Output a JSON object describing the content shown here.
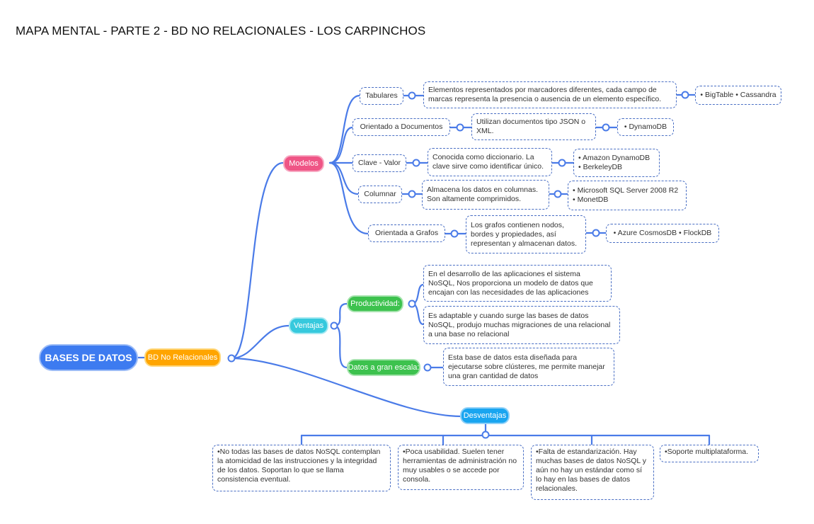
{
  "title": "MAPA MENTAL - PARTE 2 - BD NO RELACIONALES - LOS CARPINCHOS",
  "colors": {
    "line": "#4a7be8",
    "root": "#3d7bf0",
    "bd_no_relacionales": "#ffa500",
    "modelos": "#ef5586",
    "ventajas": "#36c9dd",
    "green": "#3dc24e",
    "desventajas": "#19a5f0"
  },
  "root": {
    "label": "BASES DE DATOS"
  },
  "main": {
    "label": "BD No Relacionales"
  },
  "modelos": {
    "label": "Modelos",
    "items": [
      {
        "label": "Tabulares",
        "description": "Elementos representados por marcadores diferentes, cada campo de marcas representa la presencia o ausencia de un elemento específico.",
        "examples": "• BigTable • Cassandra"
      },
      {
        "label": "Orientado a Documentos",
        "description": "Utilizan documentos tipo JSON o XML.",
        "examples": "• DynamoDB"
      },
      {
        "label": "Clave - Valor",
        "description": "Conocida como diccionario. La clave sirve como identificar único.",
        "examples": "• Amazon DynamoDB\n• BerkeleyDB"
      },
      {
        "label": "Columnar",
        "description": "Almacena los datos en columnas. Son altamente comprimidos.",
        "examples": "• Microsoft SQL Server 2008 R2\n• MonetDB"
      },
      {
        "label": "Orientada a Grafos",
        "description": "Los grafos contienen nodos, bordes y propiedades, así representan y almacenan datos.",
        "examples": "• Azure CosmosDB • FlockDB"
      }
    ]
  },
  "ventajas": {
    "label": "Ventajas",
    "productividad": {
      "label": "Productividad:",
      "items": [
        "En el desarrollo de las aplicaciones el sistema NoSQL, Nos proporciona un modelo de datos que encajan con las necesidades de las aplicaciones",
        "Es adaptable y cuando surge las bases de datos NoSQL, produjo muchas migraciones de una relacional a una base no relacional"
      ]
    },
    "escala": {
      "label": "Datos a gran escala:",
      "description": "Esta base de datos esta diseñada para ejecutarse sobre clústeres, me permite manejar una gran cantidad de datos"
    }
  },
  "desventajas": {
    "label": "Desventajas",
    "items": [
      "•No todas las bases de datos NoSQL contemplan la atomicidad de las instrucciones y la integridad de los datos. Soportan lo que se llama consistencia eventual.",
      "•Poca usabilidad. Suelen tener herramientas de administración no muy usables o se accede por consola.",
      "•Falta de estandarización. Hay muchas bases de datos NoSQL y aún no hay un estándar como sí lo hay en las bases de datos relacionales.",
      "•Soporte multiplataforma."
    ]
  }
}
